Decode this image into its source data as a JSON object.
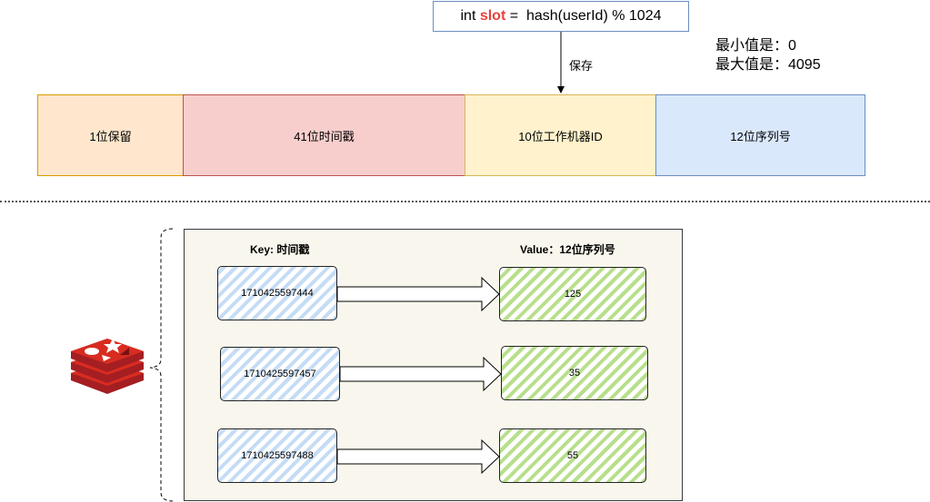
{
  "formula": {
    "prefix": "int ",
    "slot": "slot",
    "suffix": " =  hash(userId) % 1024"
  },
  "arrow_label": "保存",
  "range": {
    "min": "最小值是：0",
    "max": "最大值是：4095"
  },
  "segments": [
    {
      "label": "1位保留",
      "fill": "#ffe6cc",
      "stroke": "#d79b00"
    },
    {
      "label": "41位时间戳",
      "fill": "#f8cecc",
      "stroke": "#b85450"
    },
    {
      "label": "10位工作机器ID",
      "fill": "#fff2cc",
      "stroke": "#d6b656"
    },
    {
      "label": "12位序列号",
      "fill": "#dae8fc",
      "stroke": "#6c8ebf"
    }
  ],
  "store": {
    "key_header": "Key: 时间戳",
    "value_header": "Value：12位序列号",
    "entries": [
      {
        "key": "1710425597444",
        "value": "125"
      },
      {
        "key": "1710425597457",
        "value": "35"
      },
      {
        "key": "1710425597488",
        "value": "55"
      }
    ]
  },
  "colors": {
    "slot": "#e8403a",
    "key_hatch": "#c5dcf5",
    "value_hatch": "#b8df8c",
    "panel": "#f9f7ed",
    "redis_red": "#c6302b"
  },
  "icons": [
    "redis-logo-icon"
  ]
}
